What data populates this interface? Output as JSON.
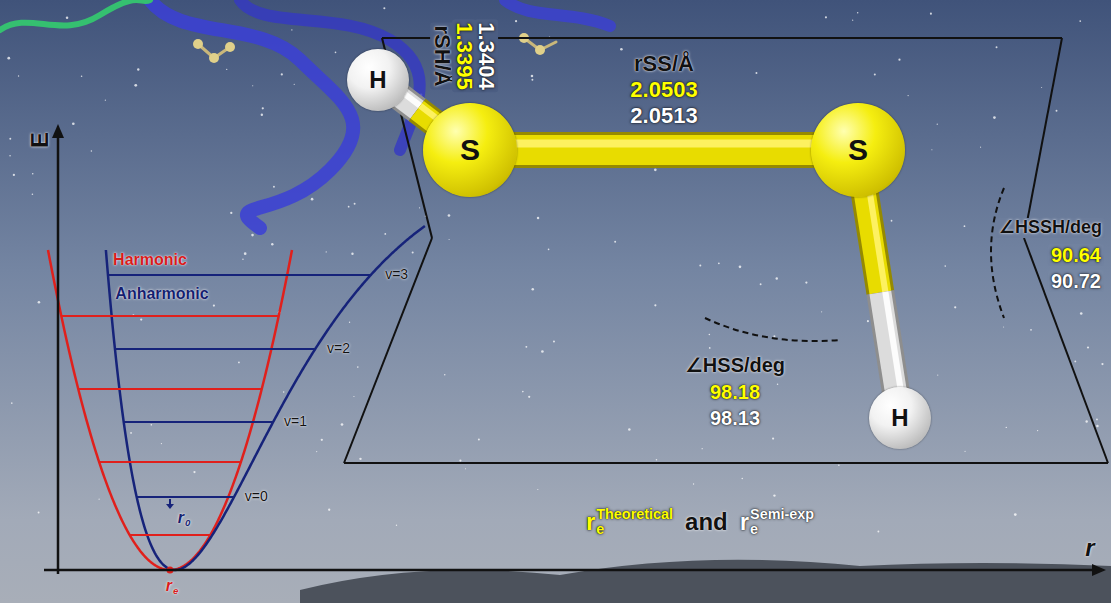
{
  "diagram": {
    "nodes": [
      {
        "text": [
          "H"
        ]
      },
      {
        "text": [
          "S"
        ]
      },
      {
        "text": [
          "S"
        ]
      },
      {
        "text": [
          "H"
        ]
      }
    ],
    "edges": [
      {
        "from": 0,
        "to": 1,
        "arrow": "none"
      },
      {
        "from": 1,
        "to": 2,
        "arrow": "none"
      },
      {
        "from": 2,
        "to": 3,
        "arrow": "none"
      }
    ],
    "labels": [
      "E",
      "Harmonic",
      "Anharmonic",
      "v=3",
      "v=2",
      "v=1",
      "v=0",
      "r",
      "0",
      "r",
      "e",
      "r",
      "rSH/Å",
      "1.3395",
      "1.3404",
      "rSS/Å",
      "2.0503",
      "2.0513",
      "∠HSSH/deg",
      "90.64",
      "90.72",
      "∠HSS/deg",
      "98.18",
      "98.13",
      "r",
      "e",
      "Theoretical",
      "and",
      "r",
      "e",
      "Semi-exp"
    ]
  }
}
